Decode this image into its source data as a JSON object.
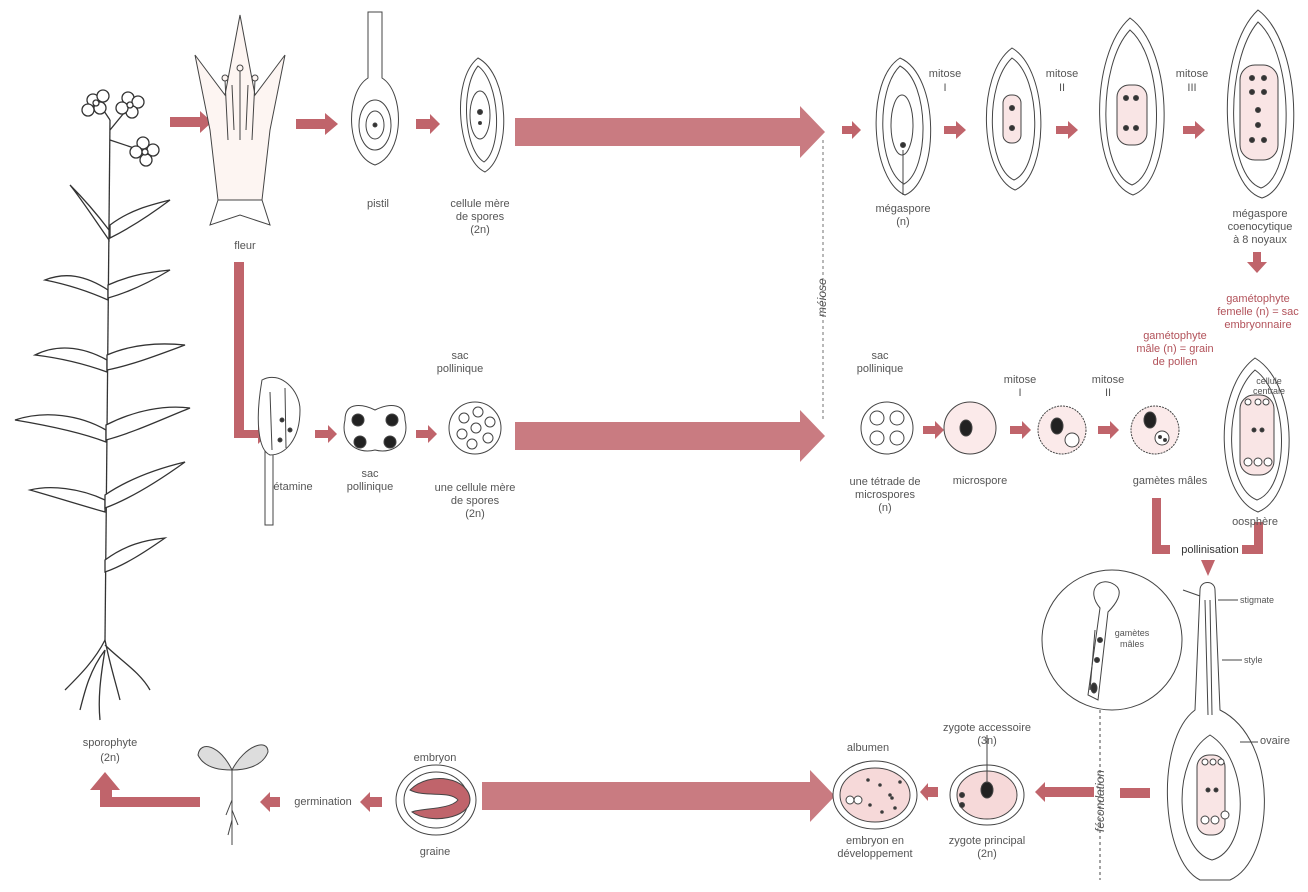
{
  "colors": {
    "arrow": "#c0646b",
    "arrow_light": "#e8a9ae",
    "cell_fill": "#f7dede",
    "line": "#333333"
  },
  "labels": {
    "sporophyte": "sporophyte",
    "sporophyte_ploidy": "(2n)",
    "fleur": "fleur",
    "pistil": "pistil",
    "cellule_mere_1": "cellule mère",
    "cellule_mere_2": "de spores",
    "cellule_mere_3": "(2n)",
    "mitose_1": "mitose",
    "mitose_1_num": "I",
    "mitose_2": "mitose",
    "mitose_2_num": "II",
    "mitose_3": "mitose",
    "mitose_3_num": "III",
    "megaspore": "mégaspore",
    "megaspore_n": "(n)",
    "megaspore_coeno_1": "mégaspore",
    "megaspore_coeno_2": "coenocytique",
    "megaspore_coeno_3": "à 8 noyaux",
    "gameto_fem_1": "gamétophyte",
    "gameto_fem_2": "femelle (n) = sac",
    "gameto_fem_3": "embryonnaire",
    "meiose": "méiose",
    "sac_pollinique_a_1": "sac",
    "sac_pollinique_a_2": "pollinique",
    "sac_pollinique_b_1": "sac",
    "sac_pollinique_b_2": "pollinique",
    "sac_pollinique_c_1": "sac",
    "sac_pollinique_c_2": "pollinique",
    "gameto_male_1": "gamétophyte",
    "gameto_male_2": "mâle (n) = grain",
    "gameto_male_3": "de pollen",
    "mitose_m1": "mitose",
    "mitose_m1_num": "I",
    "mitose_m2": "mitose",
    "mitose_m2_num": "II",
    "cellule_centrale_1": "cellule",
    "cellule_centrale_2": "centrale",
    "etamine": "étamine",
    "une_cellule_1": "une cellule mère",
    "une_cellule_2": "de spores",
    "une_cellule_3": "(2n)",
    "tetrade_1": "une tétrade de",
    "tetrade_2": "microspores",
    "tetrade_3": "(n)",
    "microspore": "microspore",
    "gametes_males": "gamètes mâles",
    "oosphere": "oosphère",
    "pollinisation": "pollinisation",
    "stigmate": "stigmate",
    "style": "style",
    "ovaire": "ovaire",
    "gametes_males_tube_1": "gamètes",
    "gametes_males_tube_2": "mâles",
    "fecondation": "fécondation",
    "zygote_acc_1": "zygote accessoire",
    "zygote_acc_2": "(3n)",
    "zygote_pr_1": "zygote principal",
    "zygote_pr_2": "(2n)",
    "albumen": "albumen",
    "embryon_dev_1": "embryon en",
    "embryon_dev_2": "développement",
    "embryon": "embryon",
    "graine": "graine",
    "germination": "germination"
  }
}
